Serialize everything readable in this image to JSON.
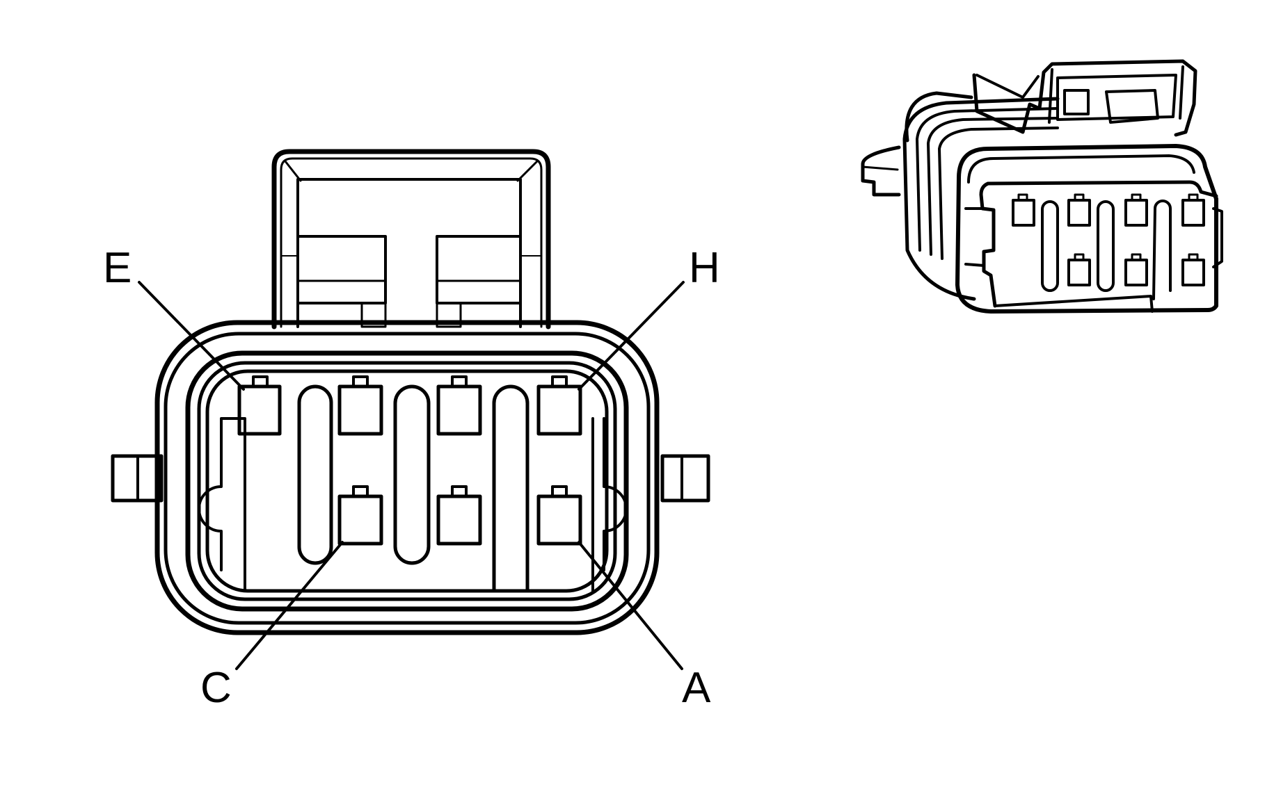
{
  "diagram": {
    "colors": {
      "line": "#000000",
      "background": "#ffffff"
    },
    "pin_labels": {
      "E": "E",
      "H": "H",
      "C": "C",
      "A": "A"
    }
  }
}
